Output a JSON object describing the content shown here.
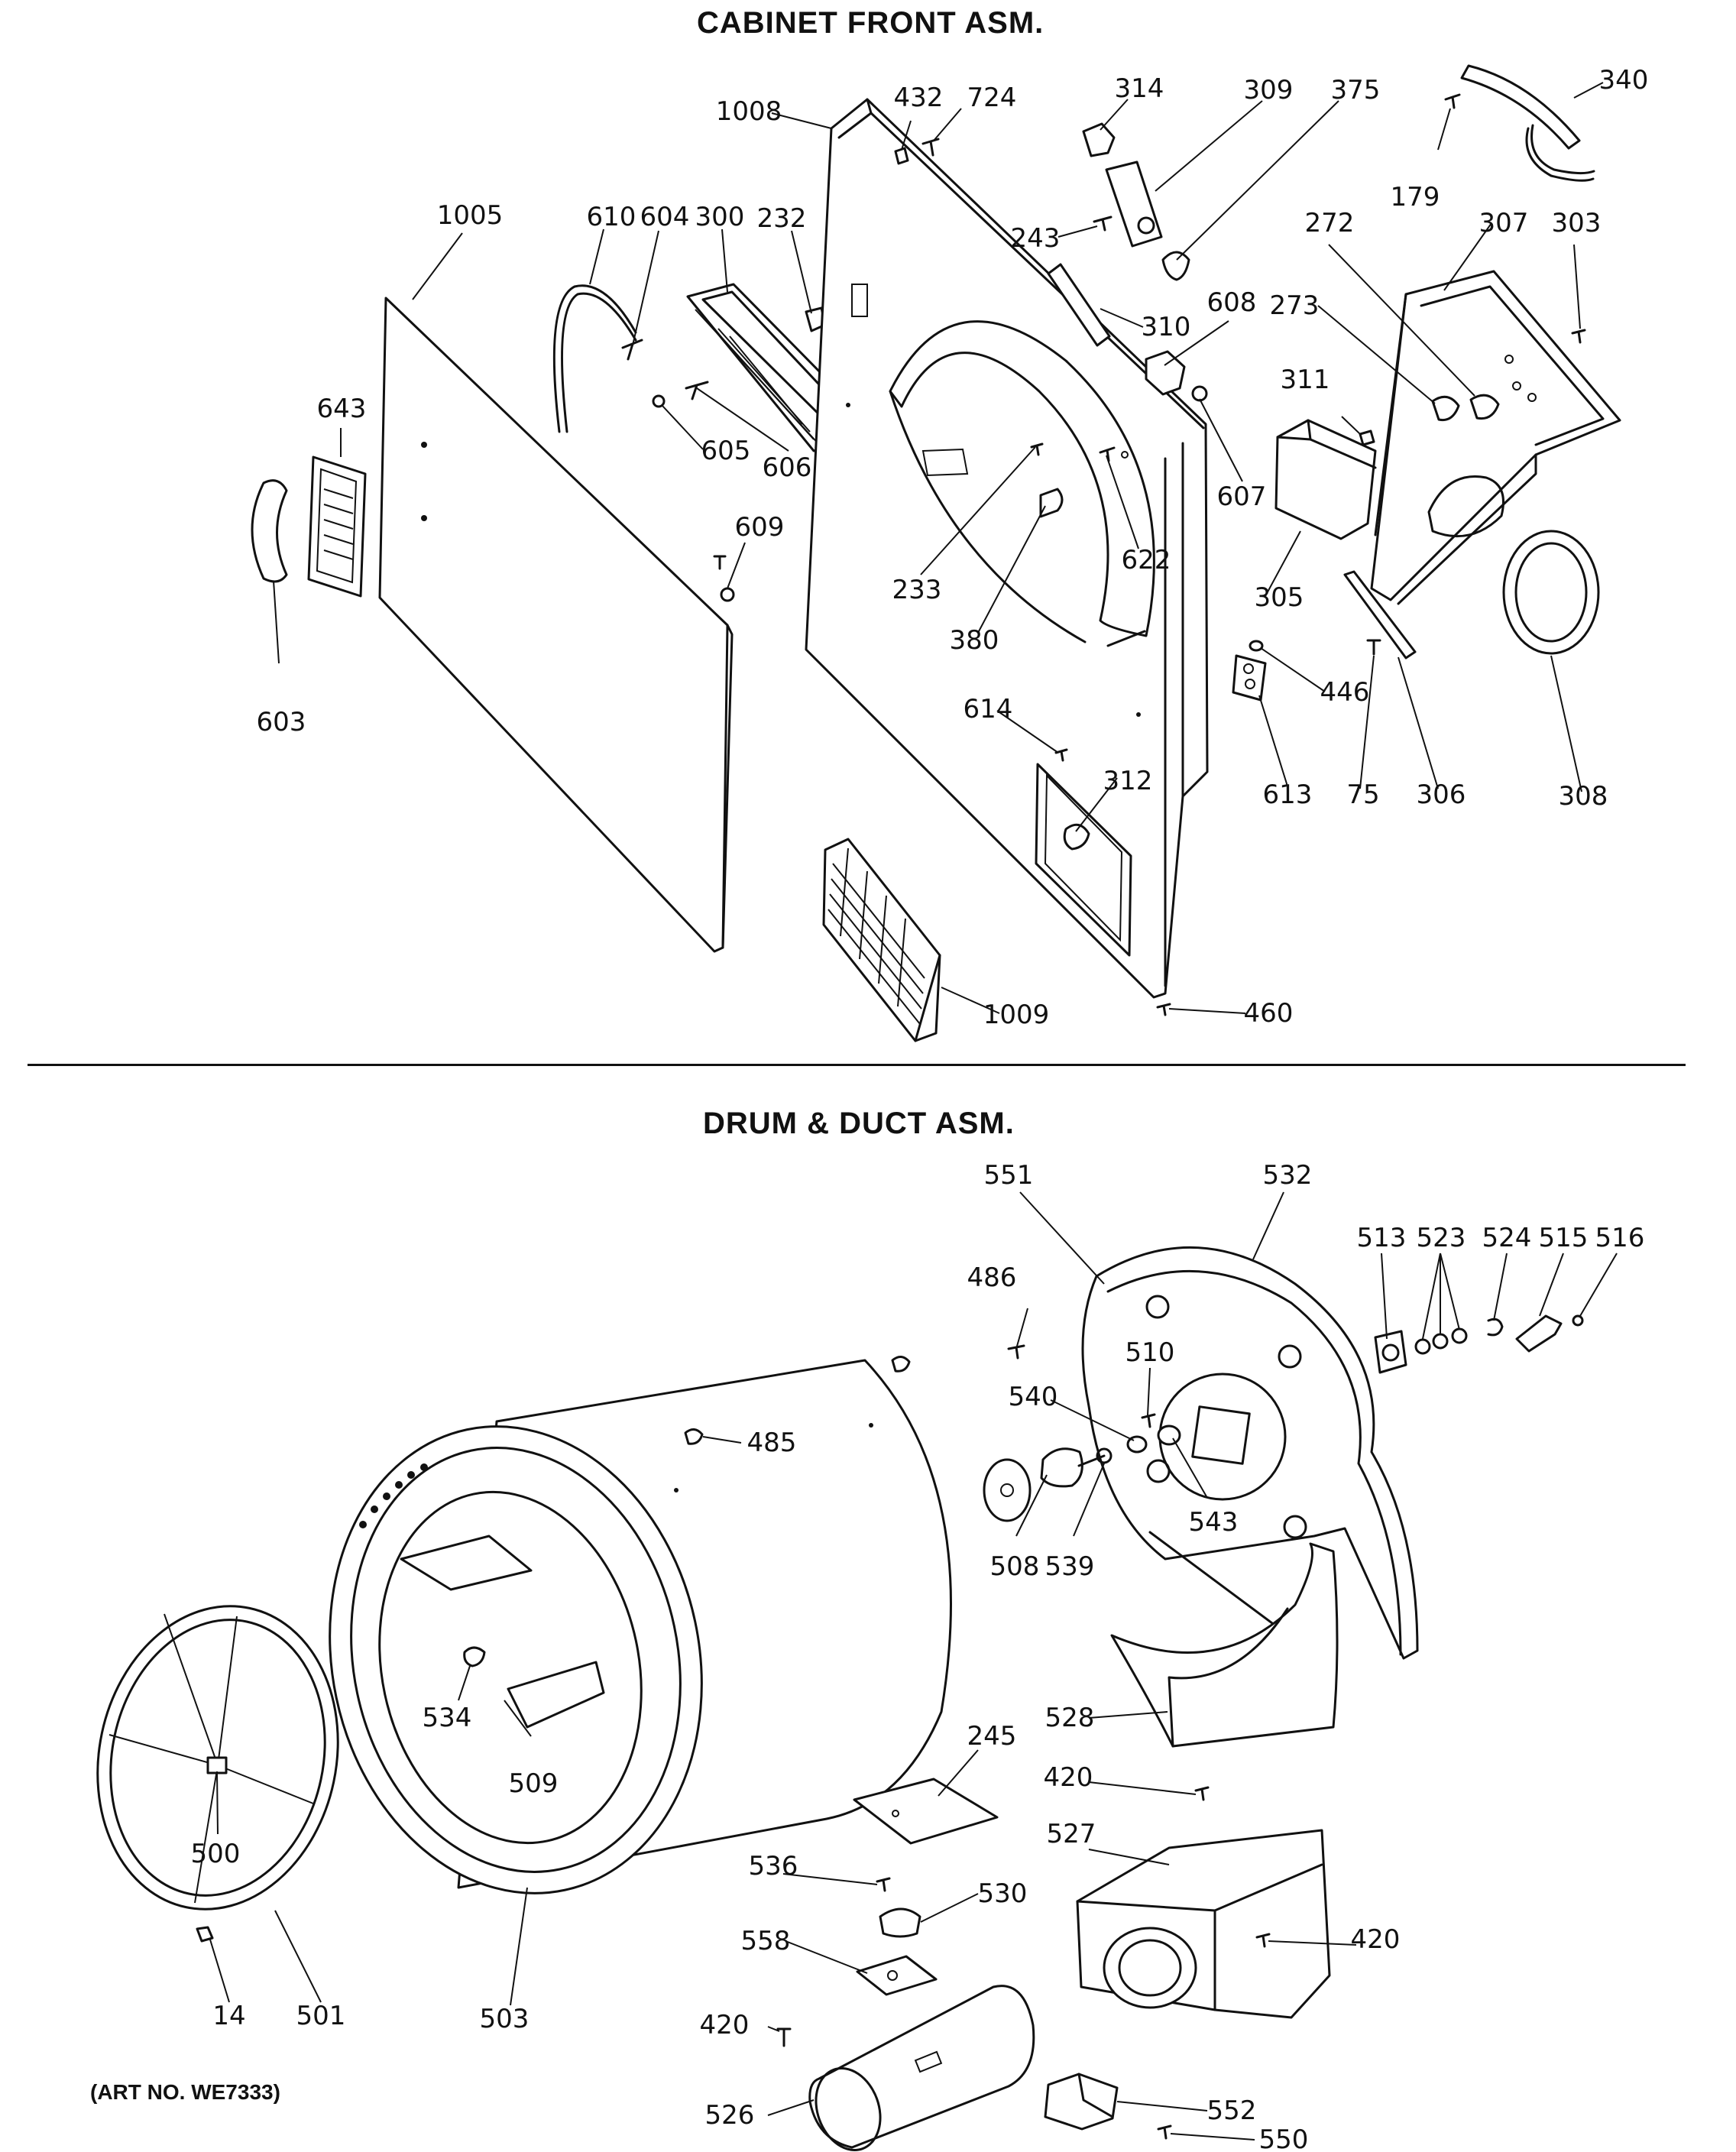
{
  "sections": {
    "cabinet_title": "CABINET FRONT ASM.",
    "drum_title": "DRUM & DUCT ASM."
  },
  "art_number": "(ART NO. WE7333)",
  "cabinet_parts": {
    "p1005": "1005",
    "p643": "643",
    "p603": "603",
    "p610": "610",
    "p604": "604",
    "p300": "300",
    "p232": "232",
    "p605": "605",
    "p606": "606",
    "p609": "609",
    "p1008": "1008",
    "p432": "432",
    "p724": "724",
    "p314": "314",
    "p309": "309",
    "p375": "375",
    "p340": "340",
    "p179": "179",
    "p243": "243",
    "p310": "310",
    "p608": "608",
    "p272": "272",
    "p307": "307",
    "p303": "303",
    "p273": "273",
    "p311": "311",
    "p607": "607",
    "p622": "622",
    "p233": "233",
    "p380": "380",
    "p305": "305",
    "p446": "446",
    "p614": "614",
    "p312": "312",
    "p613": "613",
    "p75": "75",
    "p306": "306",
    "p308": "308",
    "p1009": "1009",
    "p460": "460"
  },
  "drum_parts": {
    "p551": "551",
    "p532": "532",
    "p486": "486",
    "p513": "513",
    "p523": "523",
    "p524": "524",
    "p515": "515",
    "p516": "516",
    "p510": "510",
    "p485": "485",
    "p540": "540",
    "p543": "543",
    "p508": "508",
    "p539": "539",
    "p528": "528",
    "p534": "534",
    "p509": "509",
    "p245": "245",
    "p420a": "420",
    "p527": "527",
    "p500": "500",
    "p536": "536",
    "p530": "530",
    "p558": "558",
    "p420b": "420",
    "p420c": "420",
    "p14": "14",
    "p501": "501",
    "p503": "503",
    "p526": "526",
    "p552": "552",
    "p550": "550"
  }
}
